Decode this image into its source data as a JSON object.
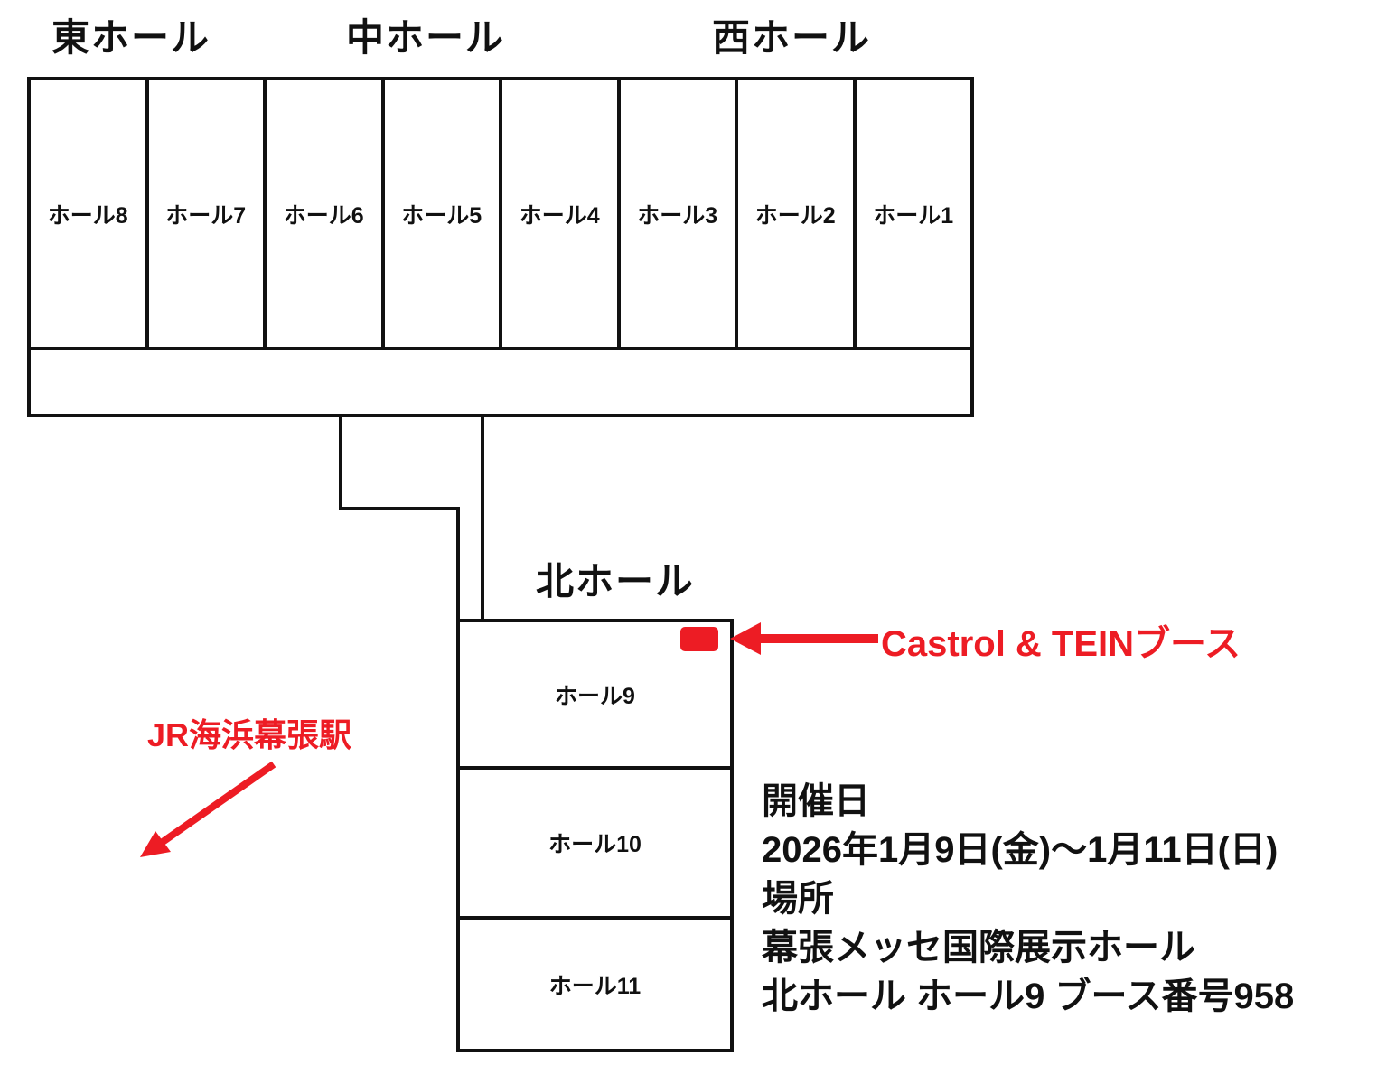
{
  "colors": {
    "outline": "#111111",
    "accent_red": "#ed1c24",
    "background": "#ffffff"
  },
  "area_labels": {
    "east": "東ホール",
    "middle": "中ホール",
    "west": "西ホール",
    "north": "北ホール"
  },
  "halls": {
    "top_row": [
      {
        "label": "ホール8"
      },
      {
        "label": "ホール7"
      },
      {
        "label": "ホール6"
      },
      {
        "label": "ホール5"
      },
      {
        "label": "ホール4"
      },
      {
        "label": "ホール3"
      },
      {
        "label": "ホール2"
      },
      {
        "label": "ホール1"
      }
    ],
    "north_block": [
      {
        "label": "ホール9"
      },
      {
        "label": "ホール10"
      },
      {
        "label": "ホール11"
      }
    ]
  },
  "annotations": {
    "booth_label": "Castrol & TEINブース",
    "station_label": "JR海浜幕張駅"
  },
  "event_info": {
    "date_heading": "開催日",
    "date_value": "2026年1月9日(金)～1月11日(日)",
    "place_heading": "場所",
    "place_value": "幕張メッセ国際展示ホール",
    "booth_location": "北ホール ホール9 ブース番号958"
  }
}
